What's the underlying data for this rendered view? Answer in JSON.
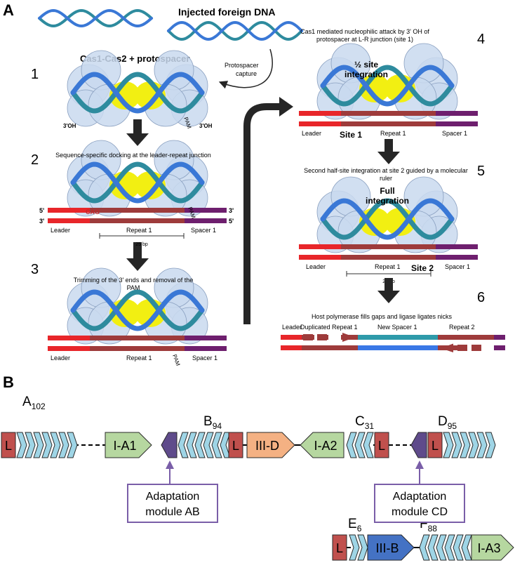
{
  "colors": {
    "dna_teal": "#2e8b9e",
    "dna_blue": "#3a78d6",
    "cas_blob": "#c9d9ee",
    "cas_yellow": "#f2ef12",
    "leader_red": "#e8262a",
    "repeat_brown": "#9e3b3b",
    "spacer_purple": "#6e1f6e",
    "new_spacer_teal": "#2e9aaa",
    "new_spacer_blue": "#3a78e6",
    "arrow_dark": "#262626",
    "gene_leader": "#c0504d",
    "gene_repeat": "#9fd5e6",
    "gene_green": "#b6d7a0",
    "gene_orange": "#f4b183",
    "gene_purple": "#5f4b8b",
    "gene_blue": "#4472c4",
    "callout_border": "#7a5ea8"
  },
  "panel_a": {
    "label": "A",
    "injected_title": "Injected foreign DNA",
    "cas_title": "Cas1-Cas2 + protospacer",
    "protospacer_capture": "Protospacer capture",
    "three_oh_left": "3'OH",
    "three_oh_right": "3'OH",
    "pam": "PAM",
    "cag": "CAG",
    "steps": [
      {
        "num": "1"
      },
      {
        "num": "2",
        "caption": "Sequence-specific docking at the leader-repeat junction"
      },
      {
        "num": "3",
        "caption": "Trimming of the 3' ends and removal of the PAM"
      },
      {
        "num": "4",
        "caption": "Cas1 mediated nucleophilic attack by 3' OH of protospacer at L-R junction (site 1)"
      },
      {
        "num": "5",
        "caption": "Second half-site integration at site 2 guided by a molecular ruler"
      },
      {
        "num": "6",
        "caption": "Host polymerase fills gaps and ligase ligates nicks"
      }
    ],
    "half_site": "½ site integration",
    "full_integration": "Full integration",
    "site1": "Site 1",
    "site2": "Site 2",
    "five_prime": "5'",
    "three_prime": "3'",
    "leader": "Leader",
    "repeat1": "Repeat 1",
    "spacer1": "Spacer 1",
    "ruler": "25 bp",
    "dup_repeat": "Duplicated Repeat 1",
    "new_spacer": "New Spacer 1",
    "repeat2": "Repeat 2"
  },
  "panel_b": {
    "label": "B",
    "arrays": [
      {
        "letter": "A",
        "count": "102"
      },
      {
        "letter": "B",
        "count": "94"
      },
      {
        "letter": "C",
        "count": "31"
      },
      {
        "letter": "D",
        "count": "95"
      },
      {
        "letter": "E",
        "count": "6"
      },
      {
        "letter": "F",
        "count": "88"
      }
    ],
    "leader_label": "L",
    "genes": [
      "I-A1",
      "III-D",
      "I-A2",
      "III-B",
      "I-A3"
    ],
    "adaptation_ab": [
      "Adaptation",
      "module AB"
    ],
    "adaptation_cd": [
      "Adaptation",
      "module CD"
    ]
  }
}
